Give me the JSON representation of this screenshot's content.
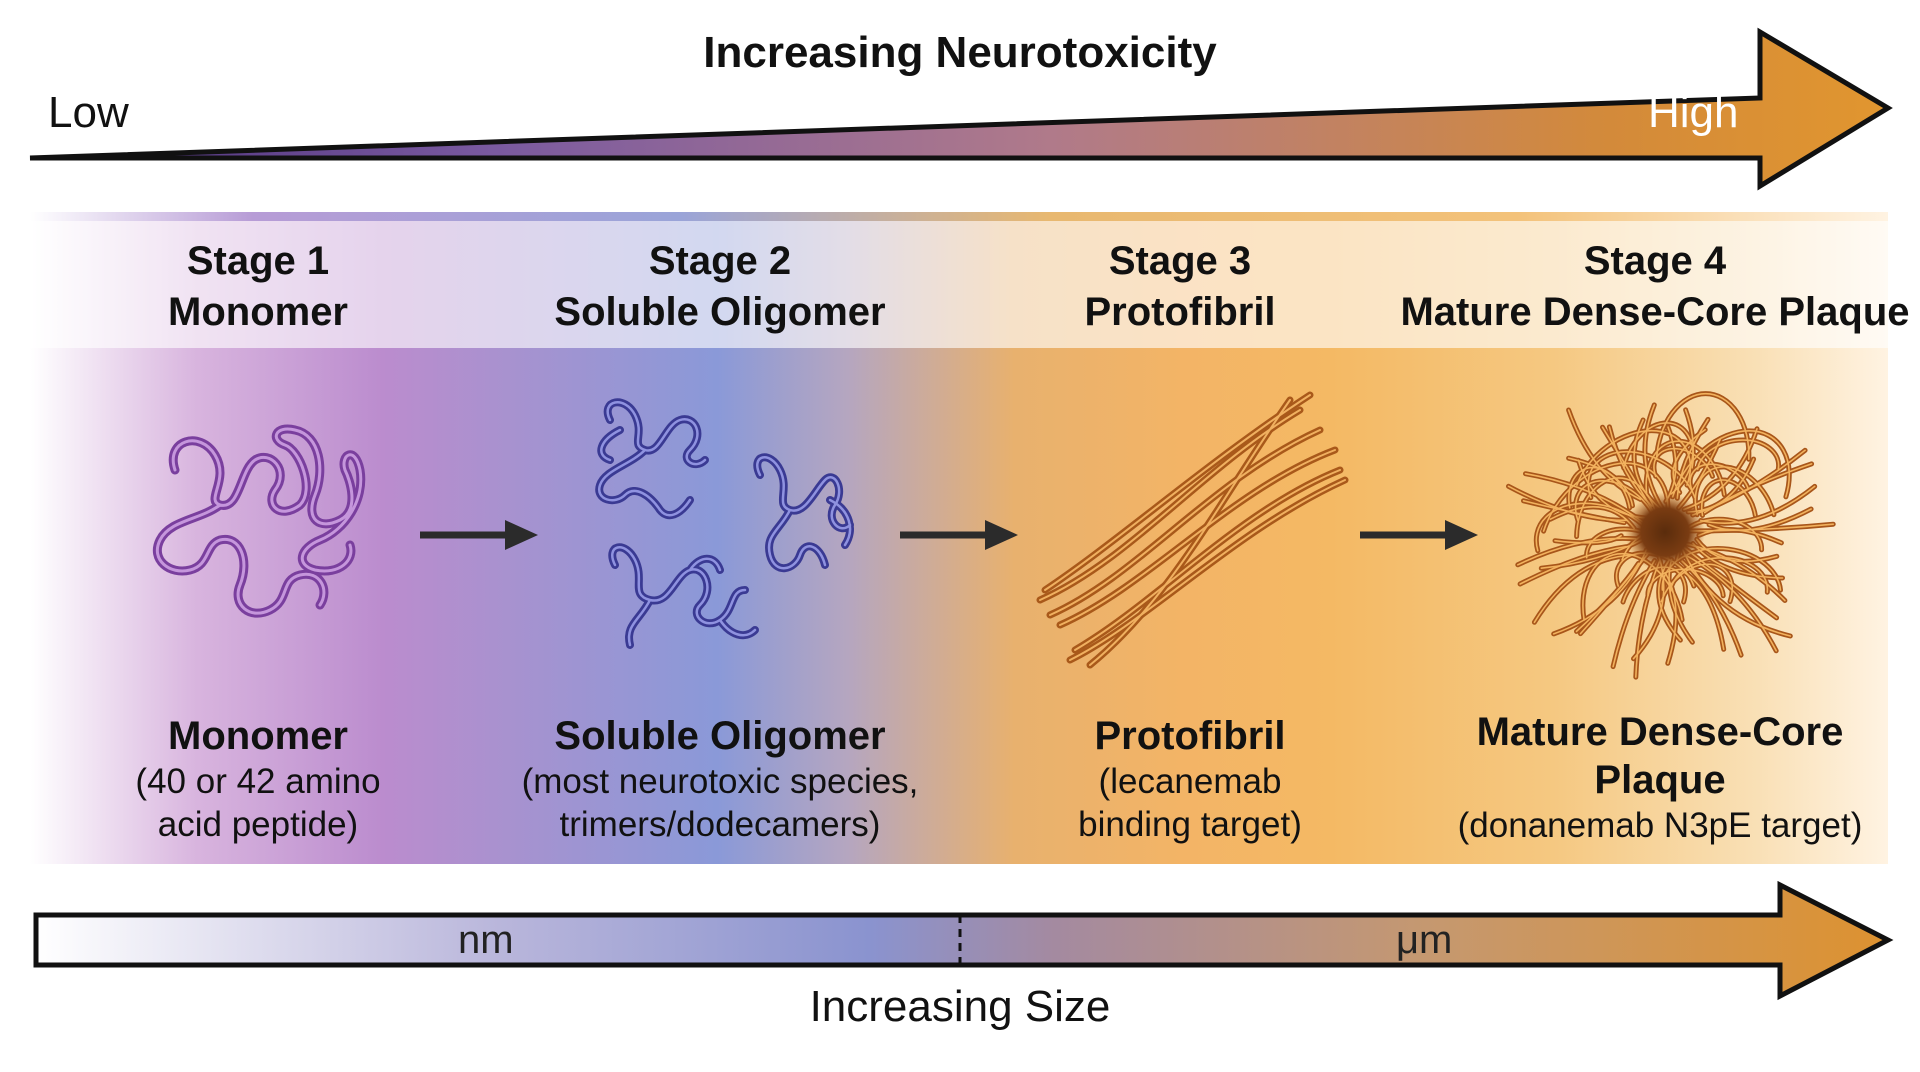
{
  "toxicity_axis": {
    "title": "Increasing Neurotoxicity",
    "low_label": "Low",
    "high_label": "High"
  },
  "stages": [
    {
      "number_label": "Stage 1",
      "heading": "Monomer",
      "name": "Monomer",
      "description_lines": [
        "(40 or 42 amino",
        "acid peptide)"
      ],
      "color": "#7a3f9e"
    },
    {
      "number_label": "Stage 2",
      "heading": "Soluble Oligomer",
      "name": "Soluble Oligomer",
      "description_lines": [
        "(most neurotoxic species,",
        "trimers/dodecamers)"
      ],
      "color": "#3f3f9e"
    },
    {
      "number_label": "Stage 3",
      "heading": "Protofibril",
      "name": "Protofibril",
      "description_lines": [
        "(lecanemab",
        "binding target)"
      ],
      "color": "#b5651d"
    },
    {
      "number_label": "Stage 4",
      "heading": "Mature Dense-Core Plaque",
      "name_lines": [
        "Mature Dense-Core",
        "Plaque"
      ],
      "description_lines": [
        "(donanemab N3pE target)"
      ],
      "color": "#a8561a"
    }
  ],
  "size_axis": {
    "title": "Increasing Size",
    "left_unit": "nm",
    "right_unit": "μm"
  },
  "colors": {
    "low_purple": "#5b3a8c",
    "mid_purple": "#8a6aa6",
    "high_orange": "#d98c2a",
    "arrow_dark": "#2b2b2b",
    "outline": "#111111"
  }
}
